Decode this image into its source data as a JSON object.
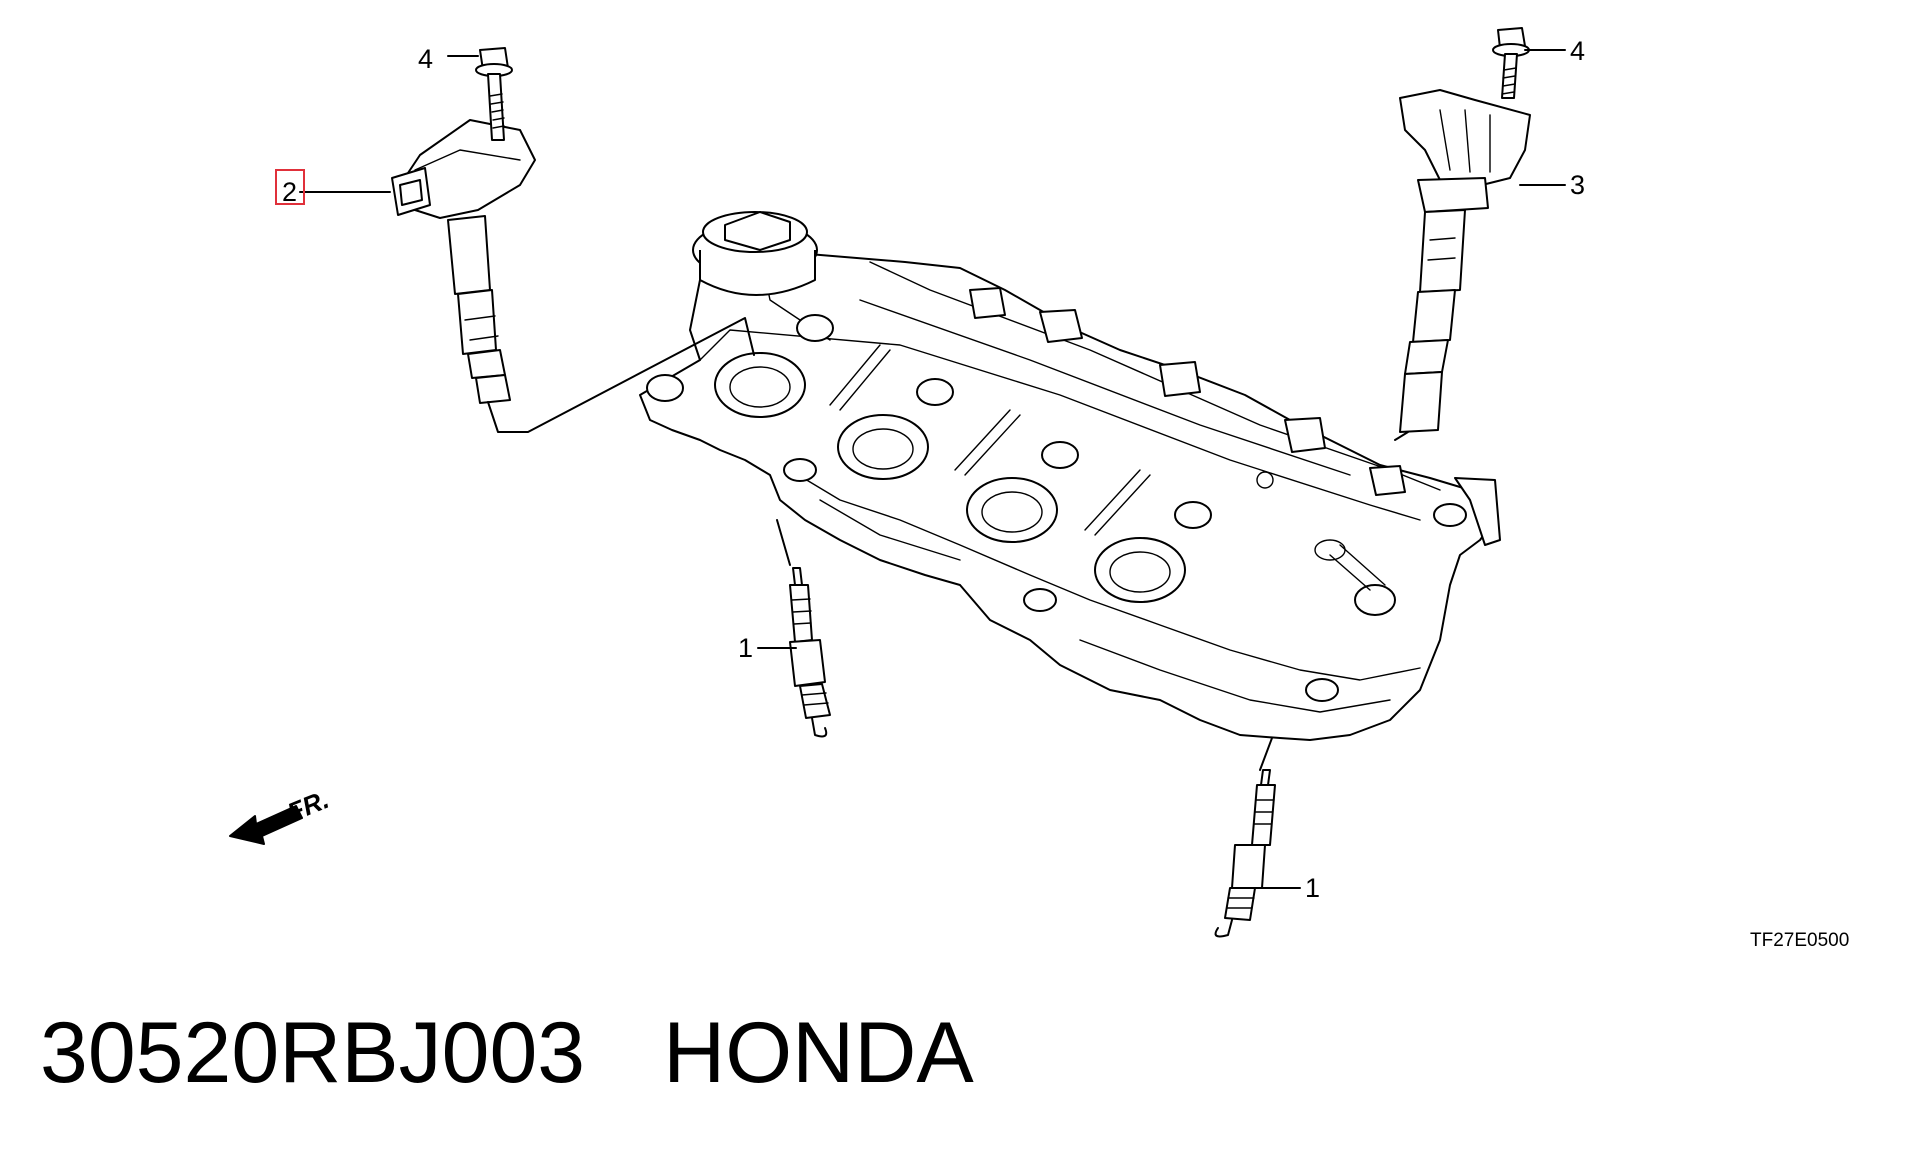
{
  "diagram": {
    "callouts": {
      "spark_plug_front": "1",
      "spark_plug_rear": "1",
      "ignition_coil_left": "2",
      "ignition_coil_right": "3",
      "bolt_left": "4",
      "bolt_right": "4"
    },
    "direction_label": "FR.",
    "reference_code": "TF27E0500",
    "highlight_color": "#e0303a"
  },
  "caption": {
    "part_number": "30520RBJ003",
    "brand": "HONDA"
  }
}
